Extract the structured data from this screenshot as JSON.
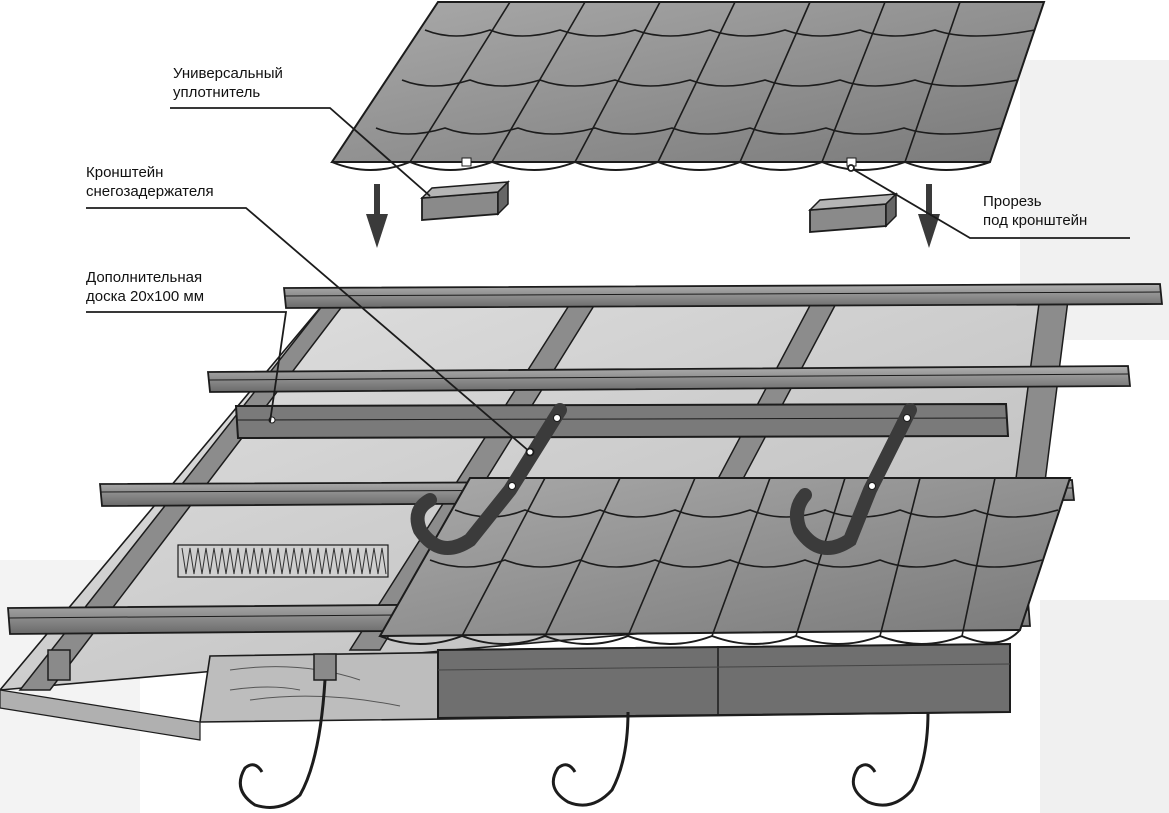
{
  "labels": {
    "seal": {
      "line1": "Универсальный",
      "line2": "уплотнитель"
    },
    "bracket": {
      "line1": "Кронштейн",
      "line2": "снегозадержателя"
    },
    "board": {
      "line1": "Дополнительная",
      "line2": "доска 20х100 мм"
    },
    "slot": {
      "line1": "Прорезь",
      "line2": "под кронштейн"
    }
  },
  "colors": {
    "sheet": "#8f8f8f",
    "sheet_dark": "#555555",
    "batten": "#7d7d7d",
    "batten_top": "#a3a3a3",
    "board": "#6e6e6e",
    "paper": "#c8c8c8",
    "line": "#1c1c1c"
  }
}
